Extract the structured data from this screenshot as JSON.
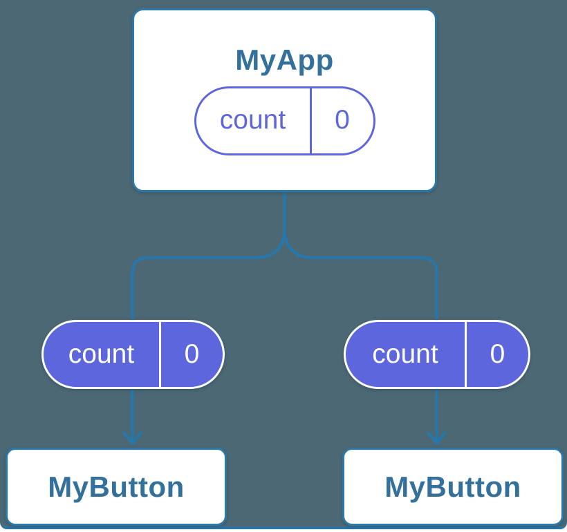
{
  "colors": {
    "panel_background": "#4c6874",
    "connector_blue": "#2478ad",
    "card_border_blue": "#2b79ab",
    "title_text_blue": "#33709b",
    "state_indigo": "#5d66dd",
    "card_white": "#ffffff"
  },
  "diagram": {
    "root": {
      "title": "MyApp",
      "state": {
        "name": "count",
        "value": "0"
      }
    },
    "children": [
      {
        "title": "MyButton",
        "prop": {
          "name": "count",
          "value": "0"
        }
      },
      {
        "title": "MyButton",
        "prop": {
          "name": "count",
          "value": "0"
        }
      }
    ]
  }
}
